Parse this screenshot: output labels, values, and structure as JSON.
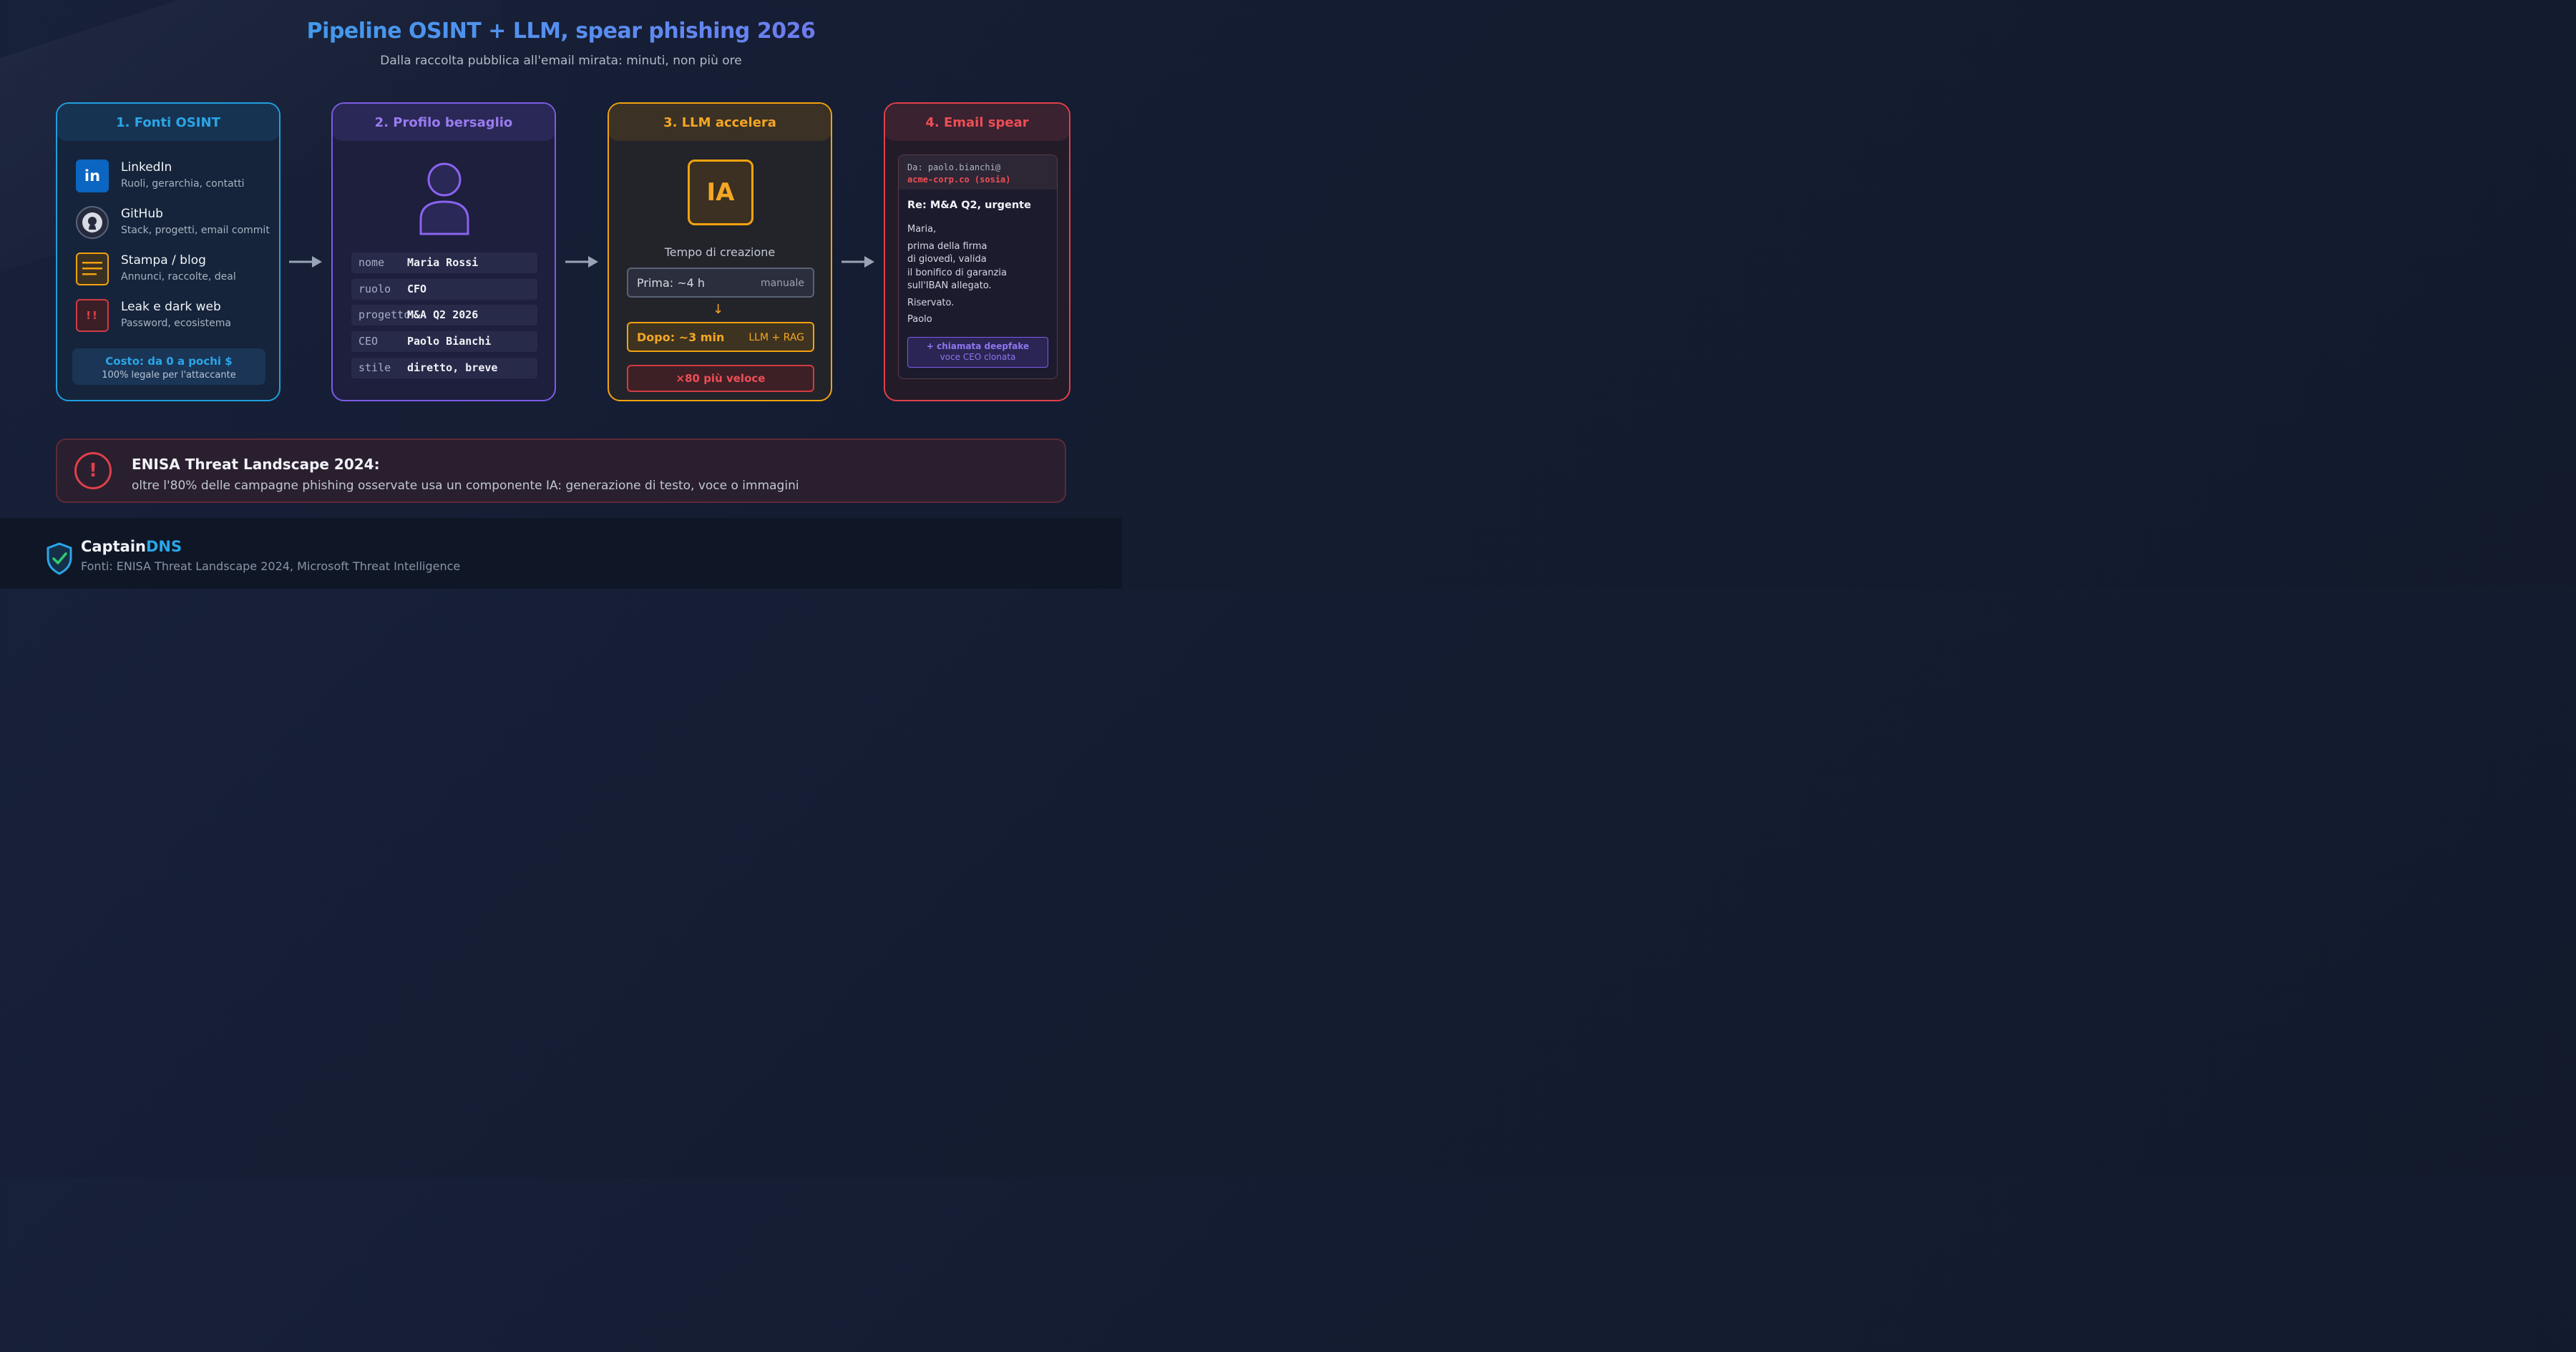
{
  "header": {
    "title": "Pipeline OSINT + LLM, spear phishing 2026",
    "subtitle": "Dalla raccolta pubblica all'email mirata: minuti, non più ore"
  },
  "colors": {
    "blue": "#2aa6e8",
    "purple": "#8a63ee",
    "orange": "#f5a623",
    "red": "#ef4d55",
    "background": "#141c31"
  },
  "steps": [
    {
      "title": "1. Fonti OSINT",
      "sources": [
        {
          "name": "LinkedIn",
          "desc": "Ruoli, gerarchia, contatti",
          "icon": "linkedin-icon",
          "icon_text": "in"
        },
        {
          "name": "GitHub",
          "desc": "Stack, progetti, email commit",
          "icon": "github-icon"
        },
        {
          "name": "Stampa / blog",
          "desc": "Annunci, raccolte, deal",
          "icon": "document-lines-icon"
        },
        {
          "name": "Leak e dark web",
          "desc": "Password, ecosistema",
          "icon": "alert-icon",
          "icon_text": "!!"
        }
      ],
      "cost_title": "Costo: da 0 a pochi $",
      "cost_note": "100% legale per l'attaccante"
    },
    {
      "title": "2. Profilo bersaglio",
      "fields": [
        {
          "key": "nome",
          "value": "Maria Rossi"
        },
        {
          "key": "ruolo",
          "value": "CFO"
        },
        {
          "key": "progetto",
          "value": "M&A Q2 2026"
        },
        {
          "key": "CEO",
          "value": "Paolo Bianchi"
        },
        {
          "key": "stile",
          "value": "diretto, breve"
        }
      ]
    },
    {
      "title": "3. LLM accelera",
      "badge": "IA",
      "time_label": "Tempo di creazione",
      "before_label": "Prima: ~4 h",
      "before_note": "manuale",
      "arrow": "↓",
      "after_label": "Dopo: ~3 min",
      "after_note": "LLM + RAG",
      "speedup": "×80 più veloce"
    },
    {
      "title": "4. Email spear",
      "from_line1": "Da: paolo.bianchi@",
      "from_line2": "acme-corp.co (sosia)",
      "subject": "Re: M&A Q2, urgente",
      "greeting": "Maria,",
      "body": [
        "prima della firma",
        "di giovedì, valida",
        "il bonifico di garanzia",
        "sull'IBAN allegato."
      ],
      "closing": "Riservato.",
      "signature": "Paolo",
      "deepfake_line1": "+ chiamata deepfake",
      "deepfake_line2": "voce CEO clonata"
    }
  ],
  "banner": {
    "icon_text": "!",
    "title": "ENISA Threat Landscape 2024:",
    "text": "oltre l'80% delle campagne phishing osservate usa un componente IA: generazione di testo, voce o immagini"
  },
  "footer": {
    "brand_main": "Captain",
    "brand_accent": "DNS",
    "sources": "Fonti: ENISA Threat Landscape 2024, Microsoft Threat Intelligence"
  }
}
